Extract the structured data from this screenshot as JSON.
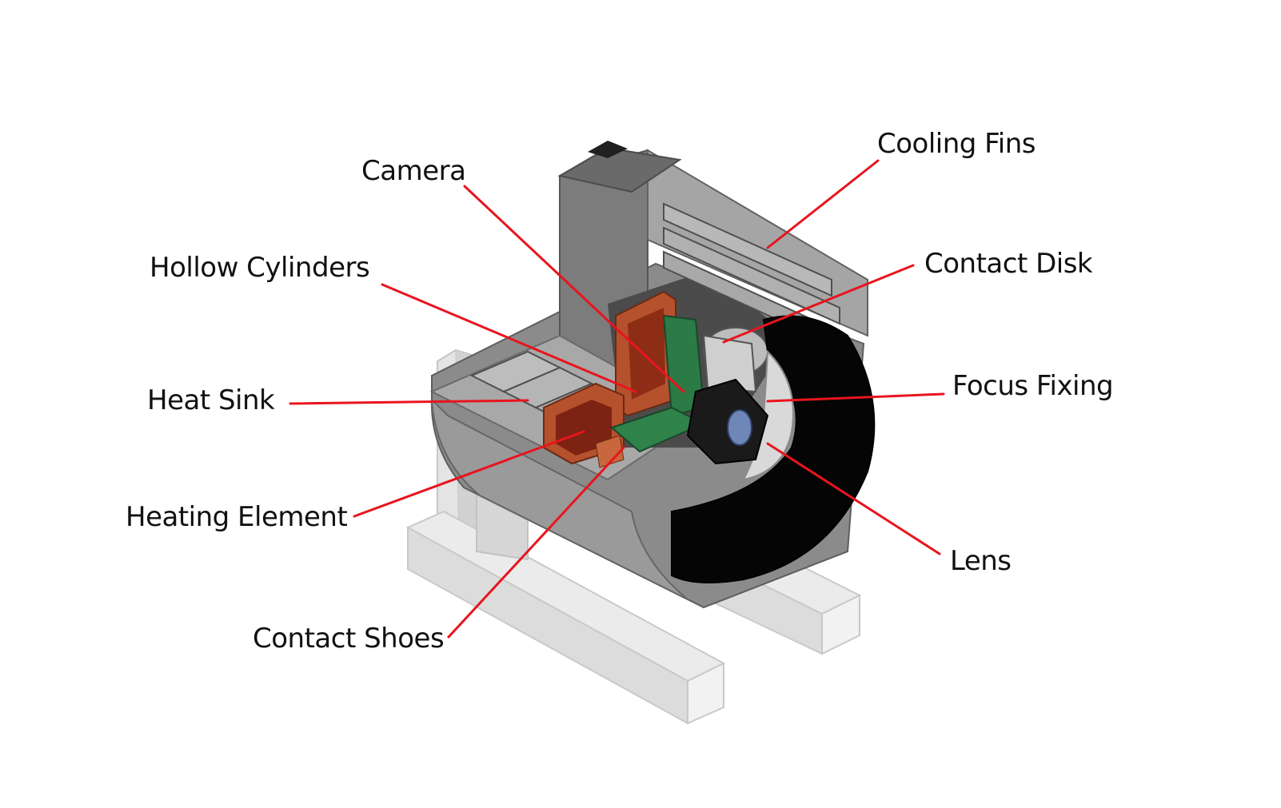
{
  "labels": {
    "cooling_fins": "Cooling Fins",
    "camera": "Camera",
    "contact_disk": "Contact Disk",
    "hollow_cylinders": "Hollow Cylinders",
    "focus_fixing": "Focus Fixing",
    "heat_sink": "Heat Sink",
    "heating_element": "Heating Element",
    "lens": "Lens",
    "contact_shoes": "Contact Shoes"
  },
  "colors": {
    "leader_line": "#e8141e",
    "housing": "#8a8a8a",
    "housing_dark": "#5e5e5e",
    "housing_light": "#b4b4b4",
    "stand": "#e2e2e2",
    "copper": "#b5512c",
    "circuit_board": "#2c7a45",
    "front_disk": "#050505",
    "lens_glass": "#6f86b8",
    "text": "#111111"
  }
}
